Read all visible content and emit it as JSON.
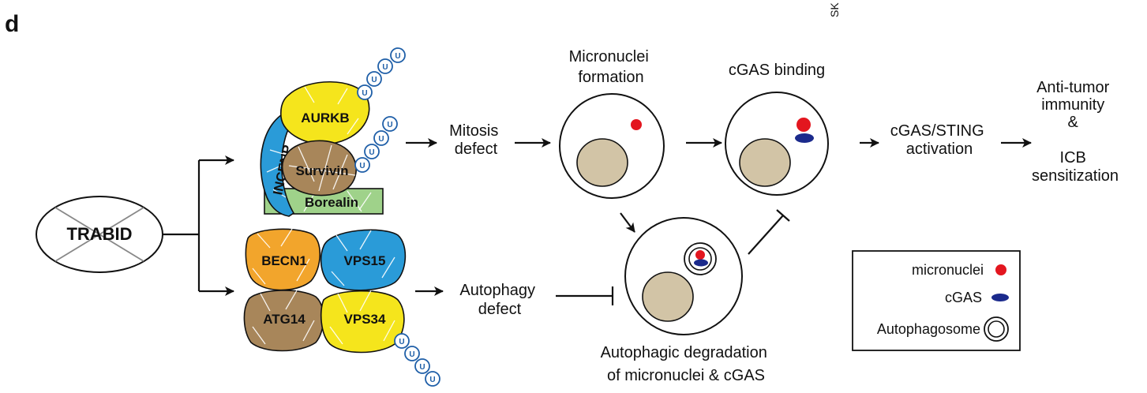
{
  "panel_label": "d",
  "corner_text": "SK",
  "center": {
    "label": "TRABID"
  },
  "complexes": {
    "cpc": {
      "proteins": [
        "AURKB",
        "Survivin",
        "INCENP",
        "Borealin"
      ],
      "ub_label": "U"
    },
    "autophagy": {
      "proteins": [
        "BECN1",
        "VPS15",
        "ATG14",
        "VPS34"
      ]
    }
  },
  "flow": {
    "mitosis": [
      "Mitosis",
      "defect"
    ],
    "autophagy": [
      "Autophagy",
      "defect"
    ],
    "micronuclei_formation": [
      "Micronuclei",
      "formation"
    ],
    "cgas_binding": "cGAS binding",
    "cgas_sting": [
      "cGAS/STING",
      "activation"
    ],
    "outcome": [
      "Anti-tumor",
      "immunity",
      "&",
      "ICB",
      "sensitization"
    ],
    "degradation": [
      "Autophagic degradation",
      "of micronuclei & cGAS"
    ]
  },
  "legend": {
    "items": [
      {
        "label": "micronuclei",
        "icon": "red-dot"
      },
      {
        "label": "cGAS",
        "icon": "blue-ellipse"
      },
      {
        "label": "Autophagosome",
        "icon": "double-circle"
      }
    ]
  },
  "colors": {
    "aurkb": "#f5e51c",
    "survivin": "#a8865a",
    "incenp": "#2a9bd8",
    "borealin": "#9fd28a",
    "becn1": "#f2a52c",
    "vps15": "#2a9bd8",
    "atg14": "#a8865a",
    "vps34": "#f5e51c",
    "micronuclei": "#e3161f",
    "cgas": "#1b2a8c",
    "ubiquitin": "#1f5fa8"
  }
}
